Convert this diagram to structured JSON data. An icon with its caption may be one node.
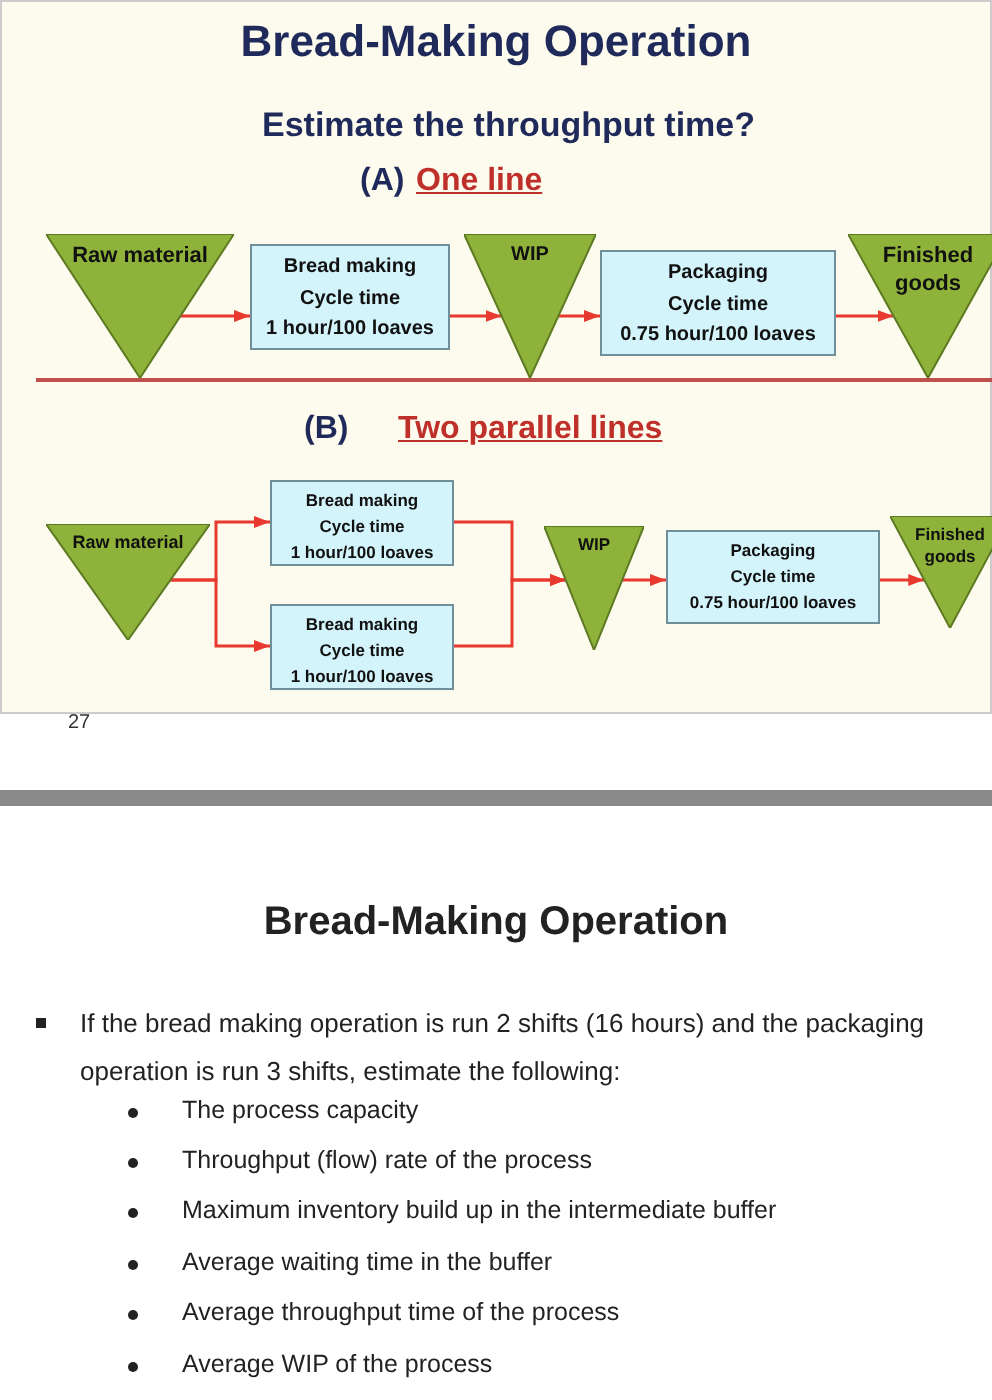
{
  "diagram": {
    "title": "Bread-Making Operation",
    "nodes": [
      {
        "text": [
          "Raw material"
        ]
      },
      {
        "text": [
          "Bread making",
          "Cycle time",
          "1 hour/100 loaves"
        ]
      },
      {
        "text": [
          "WIP"
        ]
      },
      {
        "text": [
          "Packaging",
          "Cycle time",
          "0.75 hour/100 loaves"
        ]
      },
      {
        "text": [
          "Finished goods"
        ]
      },
      {
        "text": [
          "Raw material"
        ]
      },
      {
        "text": [
          "Bread making",
          "Cycle time",
          "1 hour/100 loaves"
        ]
      },
      {
        "text": [
          "Bread making",
          "Cycle time",
          "1 hour/100 loaves"
        ]
      },
      {
        "text": [
          "WIP"
        ]
      },
      {
        "text": [
          "Packaging",
          "Cycle time",
          "0.75 hour/100 loaves"
        ]
      },
      {
        "text": [
          "Finished goods"
        ]
      }
    ],
    "edges": [
      {
        "from": 0,
        "to": 1,
        "arrow": "to"
      },
      {
        "from": 1,
        "to": 2,
        "arrow": "to"
      },
      {
        "from": 2,
        "to": 3,
        "arrow": "to"
      },
      {
        "from": 3,
        "to": 4,
        "arrow": "to"
      },
      {
        "from": 5,
        "to": 6,
        "arrow": "to"
      },
      {
        "from": 5,
        "to": 7,
        "arrow": "to"
      },
      {
        "from": 6,
        "to": 8,
        "arrow": "to"
      },
      {
        "from": 7,
        "to": 8,
        "arrow": "to"
      },
      {
        "from": 8,
        "to": 9,
        "arrow": "to"
      },
      {
        "from": 9,
        "to": 10,
        "arrow": "to"
      }
    ],
    "labels": [
      "Estimate the throughput time?",
      "(A)",
      "One line",
      "(B)",
      "Two parallel lines",
      "27",
      "Bread-Making Operation",
      "If the bread making operation is run 2 shifts (16 hours) and the packaging operation is run 3 shifts, estimate the following:",
      "The process capacity",
      "Throughput (flow) rate of the process",
      "Maximum inventory build up in the intermediate buffer",
      "Average waiting time in the buffer",
      "Average throughput time of the process",
      "Average WIP of the process"
    ]
  }
}
